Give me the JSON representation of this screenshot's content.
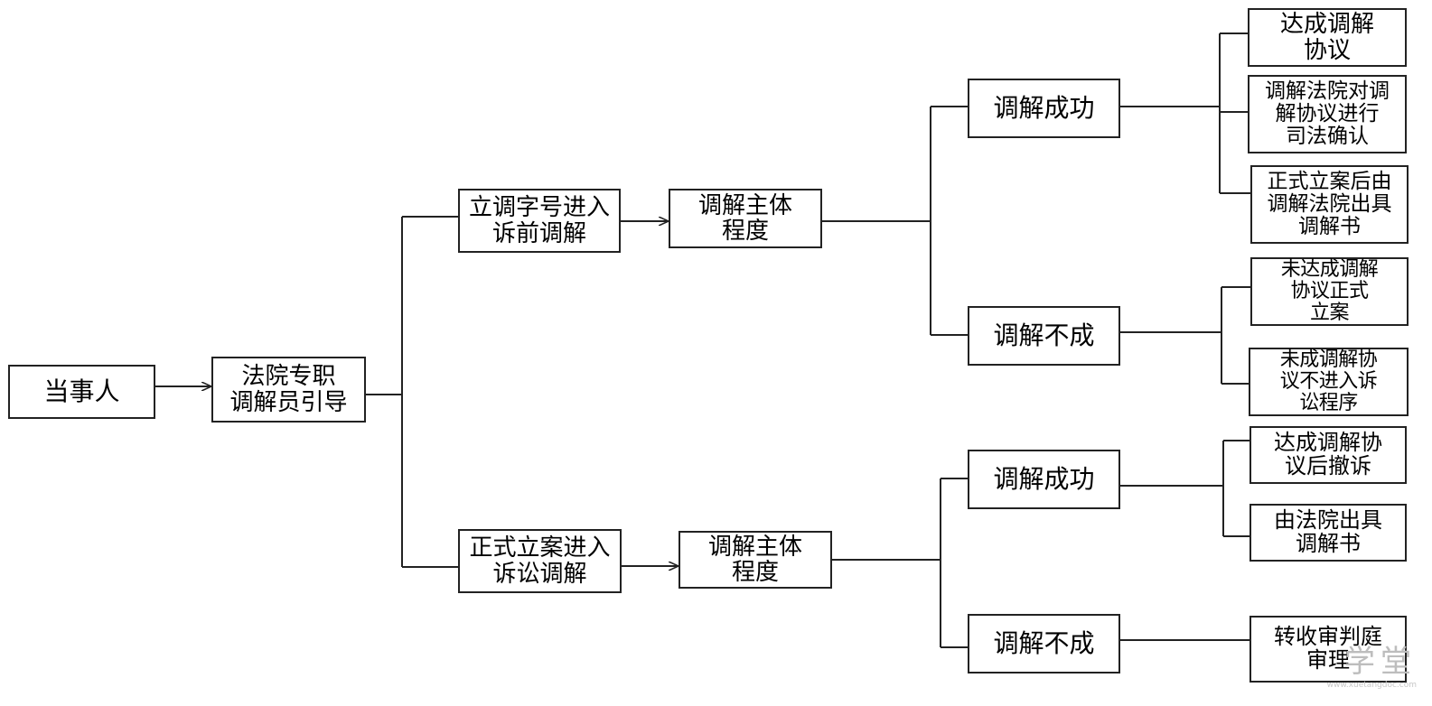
{
  "nodes": {
    "party": "当事人",
    "guide": "法院专职\n调解员引导",
    "pre_branch": "立调字号进入\n诉前调解",
    "pre_body": "调解主体\n程度",
    "pre_success": "调解成功",
    "pre_fail": "调解不成",
    "pre_s1": "达成调解\n协议",
    "pre_s2": "调解法院对调\n解协议进行\n司法确认",
    "pre_s3": "正式立案后由\n调解法院出具\n调解书",
    "pre_f1": "未达成调解\n协议正式\n立案",
    "pre_f2": "未成调解协\n议不进入诉\n讼程序",
    "lit_branch": "正式立案进入\n诉讼调解",
    "lit_body": "调解主体\n程度",
    "lit_success": "调解成功",
    "lit_fail": "调解不成",
    "lit_s1": "达成调解协\n议后撤诉",
    "lit_s2": "由法院出具\n调解书",
    "lit_f1": "转收审判庭\n审理"
  },
  "watermark": {
    "logo": "学堂",
    "url": "www.xuetangdoc.com"
  }
}
